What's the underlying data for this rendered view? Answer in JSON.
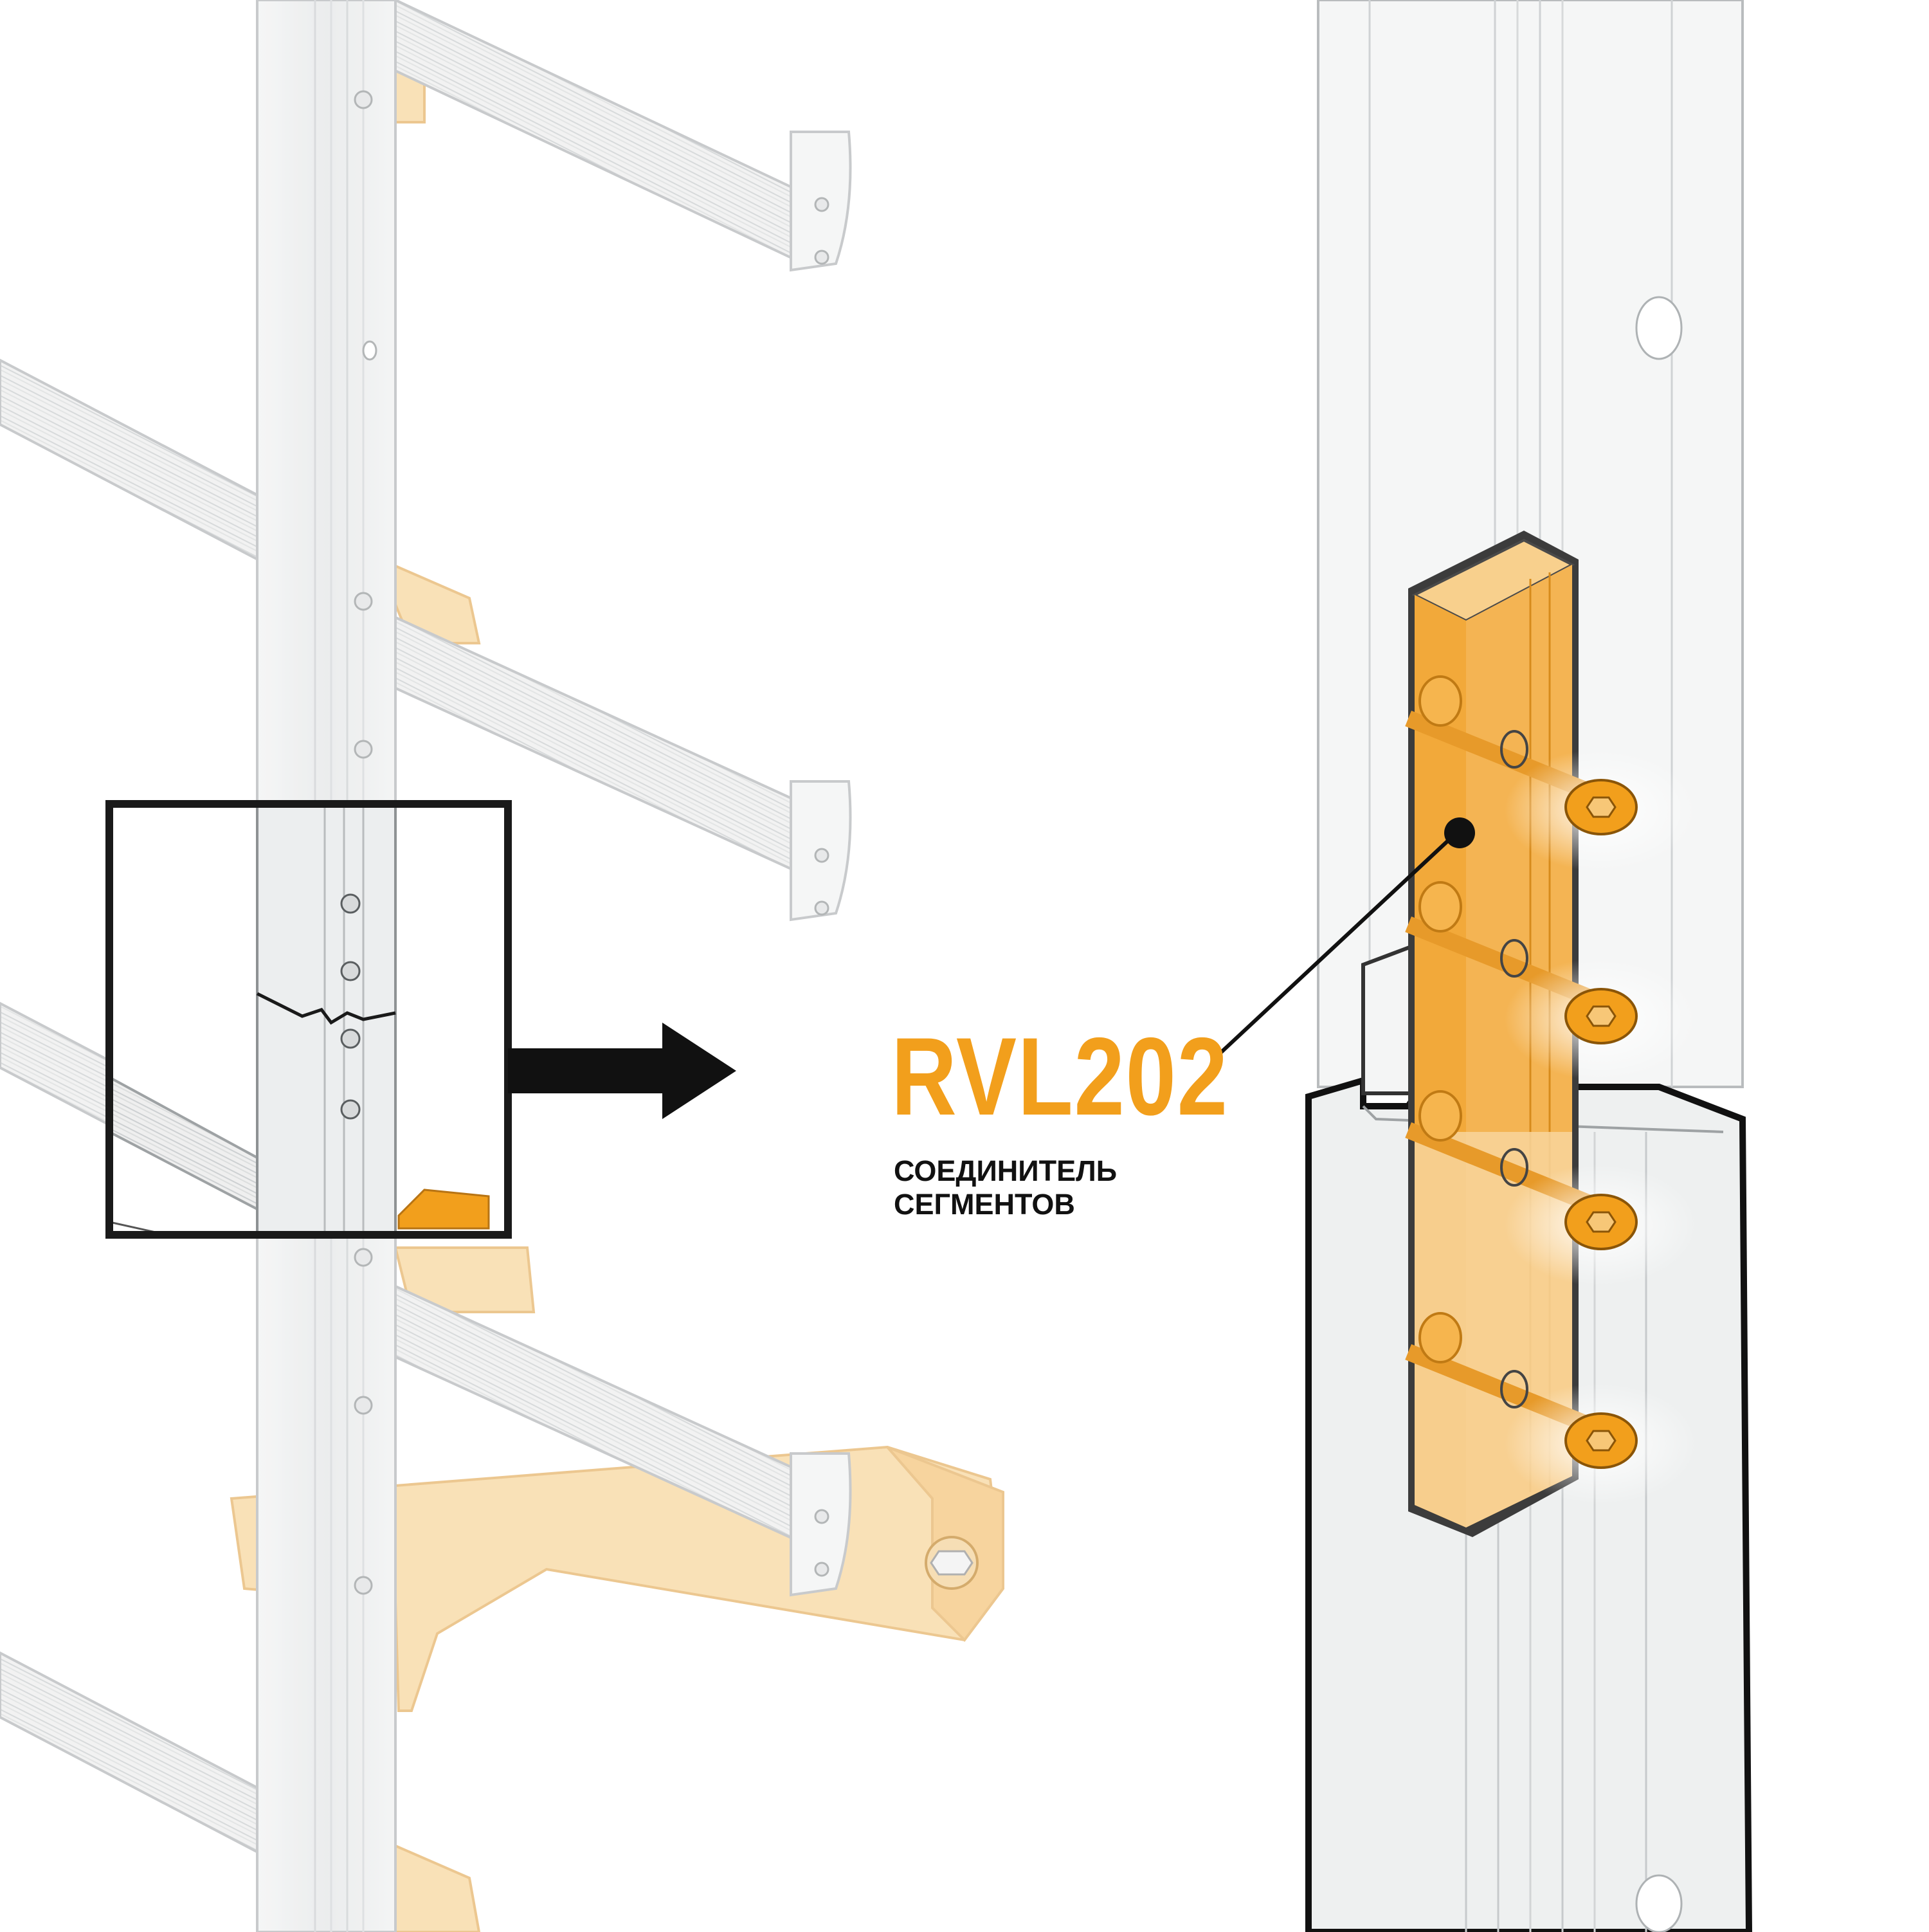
{
  "callout": {
    "code": "RVL202",
    "caption_line1": "СОЕДИНИТЕЛЬ",
    "caption_line2": "СЕГМЕНТОВ"
  },
  "colors": {
    "accent": "#f29f1c",
    "accent_light": "#f8cf8a",
    "frame": "#1a1a1a",
    "rail_fill": "#eeefef",
    "rail_stroke": "#b9bcbe",
    "background": "#ffffff"
  },
  "icons": {
    "arrow": "right-arrow-icon",
    "leader_dot": "leader-dot-icon"
  }
}
